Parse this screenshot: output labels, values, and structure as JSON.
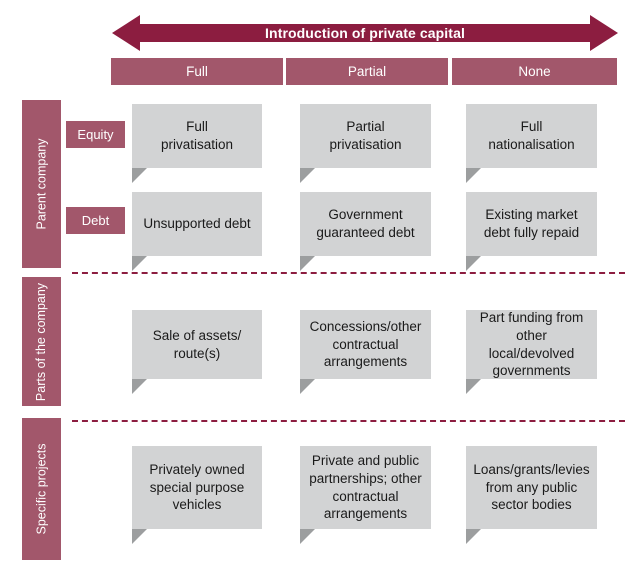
{
  "banner": {
    "title": "Introduction of private capital",
    "arrow_color": "#8C1D40",
    "direction": "double"
  },
  "columns": [
    {
      "label": "Full"
    },
    {
      "label": "Partial"
    },
    {
      "label": "None"
    }
  ],
  "row_bands": [
    {
      "label": "Parent company"
    },
    {
      "label": "Parts of the company"
    },
    {
      "label": "Specific projects"
    }
  ],
  "sub_labels": [
    {
      "label": "Equity"
    },
    {
      "label": "Debt"
    }
  ],
  "matrix": [
    {
      "band": "Parent company",
      "sub": "Equity",
      "cells": [
        "Full\nprivatisation",
        "Partial\nprivatisation",
        "Full\nnationalisation"
      ]
    },
    {
      "band": "Parent company",
      "sub": "Debt",
      "cells": [
        "Unsupported debt",
        "Government\nguaranteed debt",
        "Existing market\ndebt fully repaid"
      ]
    },
    {
      "band": "Parts of the company",
      "sub": "",
      "cells": [
        "Sale of assets/\nroute(s)",
        "Concessions/other\ncontractual\narrangements",
        "Part funding from\nother local/devolved\ngovernments"
      ]
    },
    {
      "band": "Specific projects",
      "sub": "",
      "cells": [
        "Privately owned\nspecial purpose\nvehicles",
        "Private and public\npartnerships; other\ncontractual\narrangements",
        "Loans/grants/levies\nfrom any public\nsector bodies"
      ]
    }
  ],
  "colors": {
    "accent_dark": "#8C1D40",
    "accent_mid": "#A2576B",
    "cell_fill": "#D2D3D4",
    "cell_tail": "#9C9E9F",
    "text_on_accent": "#FFFFFF",
    "text_body": "#1A1A1A",
    "background": "#FFFFFF"
  }
}
